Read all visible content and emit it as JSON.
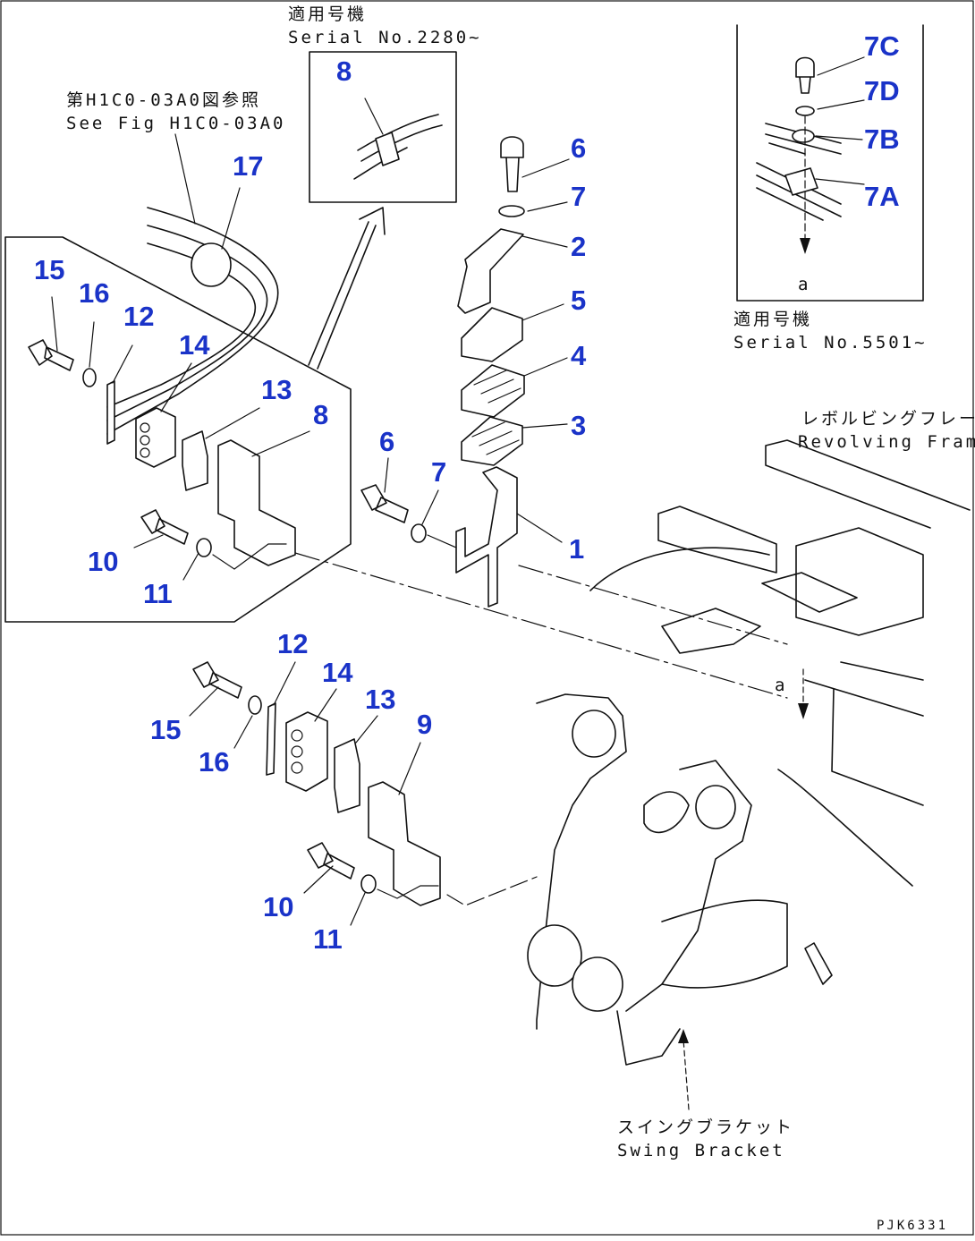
{
  "notes": {
    "serial_2280_jp": "適用号機",
    "serial_2280_en": "Serial No.2280~",
    "see_fig_jp": "第H1C0-03A0図参照",
    "see_fig_en": "See Fig H1C0-03A0",
    "serial_5501_jp": "適用号機",
    "serial_5501_en": "Serial No.5501~",
    "revolving_frame_jp": "レボルビングフレーム",
    "revolving_frame_en": "Revolving Frame",
    "swing_bracket_jp": "スイングブラケット",
    "swing_bracket_en": "Swing Bracket",
    "ref_a_top": "a",
    "ref_a_frame": "a",
    "drawing_code": "PJK6331"
  },
  "callouts": {
    "c17": "17",
    "c8_inset": "8",
    "c15_top": "15",
    "c16_top": "16",
    "c12_top": "12",
    "c14_top": "14",
    "c13_top": "13",
    "c8_top": "8",
    "c10_top": "10",
    "c11_top": "11",
    "c6_top": "6",
    "c7_top": "7",
    "c2": "2",
    "c5": "5",
    "c4": "4",
    "c3": "3",
    "c6_mid": "6",
    "c7_mid": "7",
    "c1": "1",
    "c7C": "7C",
    "c7D": "7D",
    "c7B": "7B",
    "c7A": "7A",
    "c12_low": "12",
    "c14_low": "14",
    "c13_low": "13",
    "c9": "9",
    "c15_low": "15",
    "c16_low": "16",
    "c10_low": "10",
    "c11_low": "11"
  },
  "colors": {
    "callout": "#1a33c8",
    "line": "#111111",
    "background": "#ffffff"
  }
}
